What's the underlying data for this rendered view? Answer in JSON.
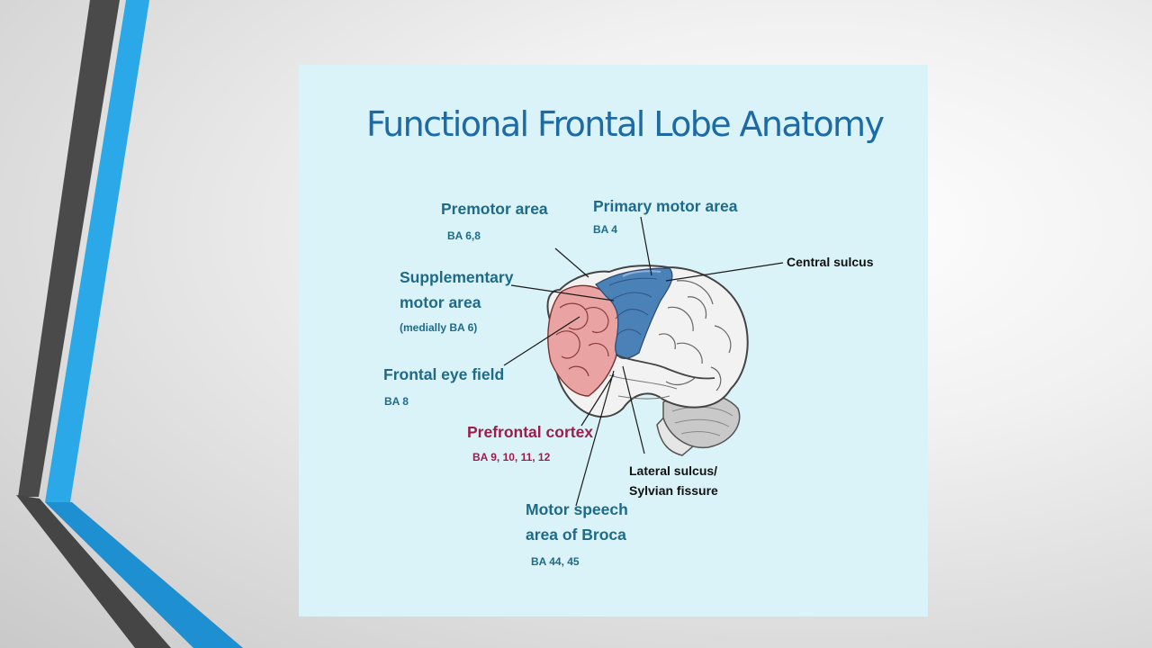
{
  "title": "Functional Frontal Lobe Anatomy",
  "labels": {
    "premotor": {
      "name": "Premotor area",
      "ba": "BA 6,8"
    },
    "primary_motor": {
      "name": "Primary motor area",
      "ba": "BA 4"
    },
    "central_sulcus": {
      "name": "Central sulcus"
    },
    "supplementary_motor": {
      "line1": "Supplementary",
      "line2": "motor area",
      "ba": "(medially BA 6)"
    },
    "frontal_eye_field": {
      "name": "Frontal eye field",
      "ba": "BA 8"
    },
    "prefrontal": {
      "name": "Prefrontal cortex",
      "ba": "BA 9, 10, 11, 12"
    },
    "lateral_sulcus": {
      "line1": "Lateral sulcus/",
      "line2": "Sylvian fissure"
    },
    "broca": {
      "line1": "Motor speech",
      "line2": "area of Broca",
      "ba": "BA 44, 45"
    }
  },
  "colors": {
    "title": "#1c6aa6",
    "label": "#1e6a88",
    "prefrontal": "#9c1c4c",
    "panel_bg": "#daf3f8",
    "prefrontal_region": "#e8a0a0",
    "motor_region": "#3f78b0",
    "accent_blue": "#2ea8e6"
  }
}
